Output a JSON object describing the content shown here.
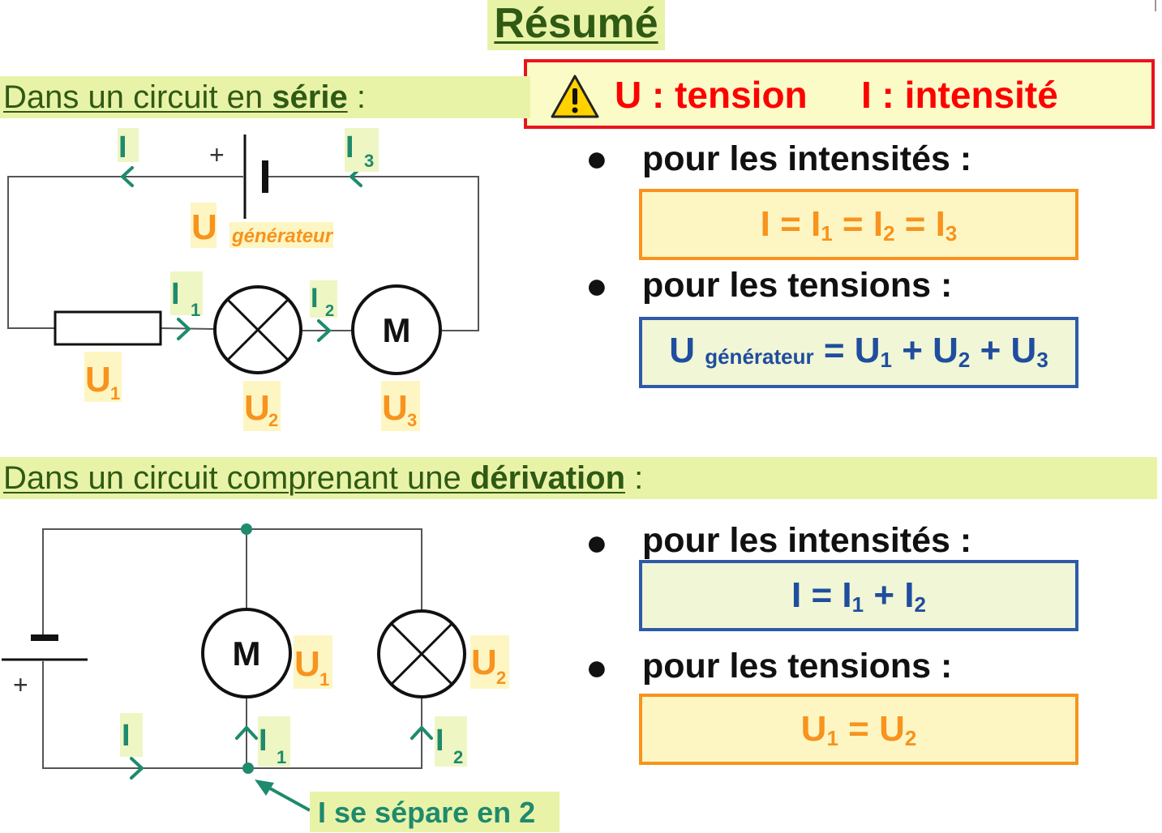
{
  "title": "Résumé",
  "legend": {
    "u": "U : tension",
    "i": "I : intensité"
  },
  "serie": {
    "heading_prefix": "Dans un circuit en ",
    "heading_bold": "série",
    "heading_suffix": " :",
    "intensites_label": "pour les intensités :",
    "intensites_eq": [
      "I = I",
      "1",
      " = I",
      "2",
      " = I",
      "3"
    ],
    "tensions_label": "pour les tensions :",
    "tensions_eq": [
      "U ",
      "générateur",
      " = U",
      "1",
      " + U",
      "2",
      " + U",
      "3"
    ],
    "labels": {
      "I": "I",
      "I1": "I",
      "I1_sub": "1",
      "I2": "I",
      "I2_sub": "2",
      "I3": "I",
      "I3_sub": "3",
      "U": "U",
      "generateur": "générateur",
      "U1": "U",
      "U1_sub": "1",
      "U2": "U",
      "U2_sub": "2",
      "U3": "U",
      "U3_sub": "3",
      "motor": "M",
      "plus": "+"
    }
  },
  "derivation": {
    "heading_prefix": "Dans un circuit comprenant une ",
    "heading_bold": "dérivation",
    "heading_suffix": " :",
    "intensites_label": "pour les intensités :",
    "intensites_eq": [
      "I  = I",
      "1",
      " + I",
      "2"
    ],
    "tensions_label": "pour les tensions :",
    "tensions_eq": [
      "U",
      "1",
      " = U",
      "2"
    ],
    "labels": {
      "I": "I",
      "I1": "I",
      "I1_sub": "1",
      "I2": "I",
      "I2_sub": "2",
      "U1": "U",
      "U1_sub": "1",
      "U2": "U",
      "U2_sub": "2",
      "motor": "M",
      "plus": "+",
      "note": "I se sépare en 2"
    }
  },
  "colors": {
    "green": "#1e8a6e",
    "orange": "#f7931e",
    "red": "#ff0000",
    "blue": "#1f4e9e",
    "heading": "#2f5a14"
  }
}
